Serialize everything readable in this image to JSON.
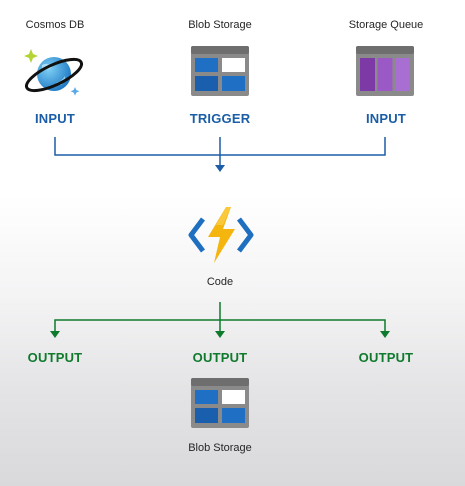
{
  "inputs": {
    "cosmos": {
      "name": "Cosmos DB",
      "role": "INPUT"
    },
    "blob": {
      "name": "Blob Storage",
      "role": "TRIGGER"
    },
    "queue": {
      "name": "Storage Queue",
      "role": "INPUT"
    }
  },
  "function": {
    "name": "Code"
  },
  "outputs": {
    "left": {
      "role": "OUTPUT"
    },
    "center": {
      "role": "OUTPUT",
      "name": "Blob Storage"
    },
    "right": {
      "role": "OUTPUT"
    }
  },
  "colors": {
    "input_blue": "#1b5ea7",
    "output_green": "#0f7a2c",
    "lightning": "#f5b50f",
    "brackets": "#1e6fbf",
    "queue_purple": "#8e44ad"
  },
  "icons": [
    "cosmos-db-icon",
    "blob-storage-icon",
    "storage-queue-icon",
    "azure-functions-icon",
    "blob-storage-icon"
  ]
}
